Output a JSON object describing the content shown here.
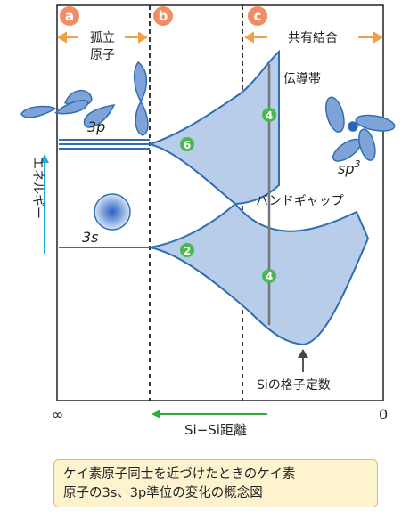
{
  "regions": [
    {
      "badge": "a",
      "label_lines": [
        "孤立",
        "原子"
      ]
    },
    {
      "badge": "b",
      "label_lines": []
    },
    {
      "badge": "c",
      "label_lines": [
        "共有結合"
      ]
    }
  ],
  "orbital_labels": {
    "p": "3p",
    "s": "3s",
    "sp3_base": "sp",
    "sp3_exp": "3"
  },
  "band_labels": {
    "conduction": "伝導帯",
    "gap": "バンドギャップ",
    "lattice_constant": "Siの格子定数"
  },
  "electron_counts": {
    "upper_mid": "6",
    "lower_mid": "2",
    "upper_right": "4",
    "lower_right": "4"
  },
  "axes": {
    "energy": "エネルギー",
    "x_left": "∞",
    "x_right": "0",
    "distance": "Si−Si距離"
  },
  "caption_lines": [
    "ケイ素原子同士を近づけたときのケイ素",
    "原子の3s、3p準位の変化の概念図"
  ],
  "colors": {
    "band_fill": "#b7cdea",
    "line": "#2f6fb1",
    "badge": "#f08d63",
    "arrow_orange": "#f0a048",
    "arrow_cyan": "#21a9e1",
    "arrow_green": "#2fae3e",
    "count_circle": "#4bb84d",
    "caption_bg": "#fdf3cf"
  }
}
